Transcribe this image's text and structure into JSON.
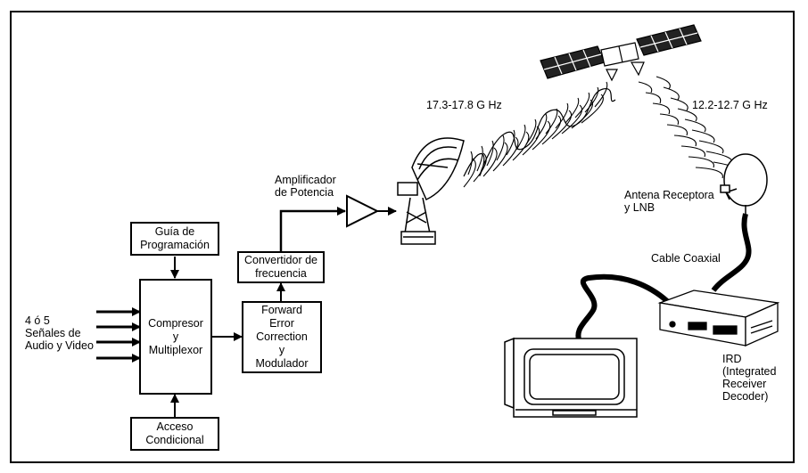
{
  "boxes": {
    "guide": "Guía de\nProgramación",
    "compressor": "Compresor\ny\nMultiplexor",
    "fec": "Forward\nError\nCorrection\ny\nModulador",
    "converter": "Convertidor de\nfrecuencia",
    "access": "Acceso\nCondicional"
  },
  "labels": {
    "inputs": "4 ó 5\nSeñales de\nAudio y Video",
    "amplifier": "Amplificador\nde Potencia",
    "uplink_freq": "17.3-17.8 G Hz",
    "downlink_freq": "12.2-12.7 G Hz",
    "receive_antenna": "Antena Receptora\ny LNB",
    "cable": "Cable Coaxial",
    "ird": "IRD\n(Integrated\nReceiver\nDecoder)"
  },
  "icons": [
    "satellite-icon",
    "uplink-dish-icon",
    "receive-dish-icon",
    "television-icon",
    "ird-receiver-icon"
  ]
}
